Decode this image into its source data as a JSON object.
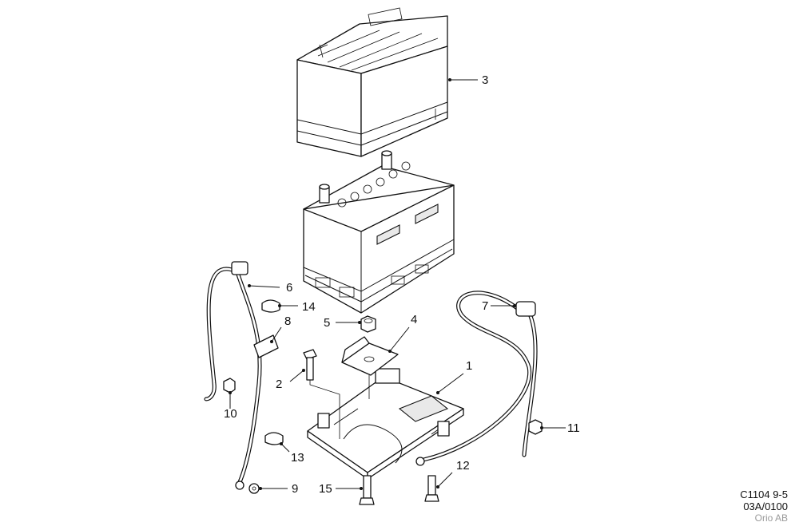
{
  "callouts": {
    "c1": "1",
    "c2": "2",
    "c3": "3",
    "c4": "4",
    "c5": "5",
    "c6": "6",
    "c7": "7",
    "c8": "8",
    "c9": "9",
    "c10": "10",
    "c11": "11",
    "c12": "12",
    "c13": "13",
    "c14": "14",
    "c15": "15"
  },
  "caption": {
    "code": "C1104 9-5",
    "revision": "03A/0100",
    "copyright": "Orio AB"
  }
}
